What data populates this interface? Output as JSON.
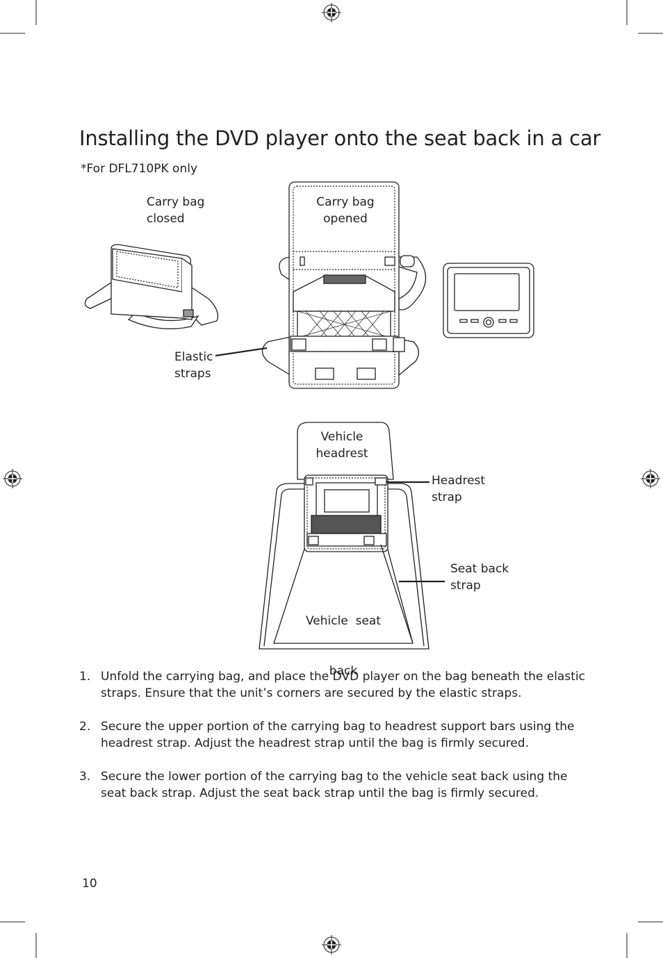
{
  "heading": {
    "title": "Installing the DVD player onto the seat back in a car",
    "note": "*For DFL710PK only"
  },
  "figure_top": {
    "label_closed_line1": "Carry bag",
    "label_closed_line2": "closed",
    "label_opened_line1": "Carry bag",
    "label_opened_line2": "opened",
    "label_elastic_line1": "Elastic",
    "label_elastic_line2": "straps"
  },
  "figure_bottom": {
    "label_headrest_line1": "Vehicle",
    "label_headrest_line2": "headrest",
    "label_headstrap_line1": "Headrest",
    "label_headstrap_line2": "strap",
    "label_seatstrap_line1": "Seat back",
    "label_seatstrap_line2": "strap",
    "label_seatback_line1": "Vehicle  seat",
    "label_seatback_line2": "back"
  },
  "steps": [
    {
      "num": "1.",
      "text": "Unfold the carrying bag, and place the DVD player on the bag beneath the elastic straps. Ensure that the unit’s corners are secured by the elastic straps."
    },
    {
      "num": "2.",
      "text": "Secure the upper portion of the carrying bag to headrest support bars using the headrest strap. Adjust the headrest strap until the bag is firmly secured."
    },
    {
      "num": "3.",
      "text": "Secure the lower portion of the carrying bag to the vehicle seat back using the seat back strap. Adjust the seat back strap until the bag is firmly secured."
    }
  ],
  "footer": {
    "page_number": "10"
  }
}
